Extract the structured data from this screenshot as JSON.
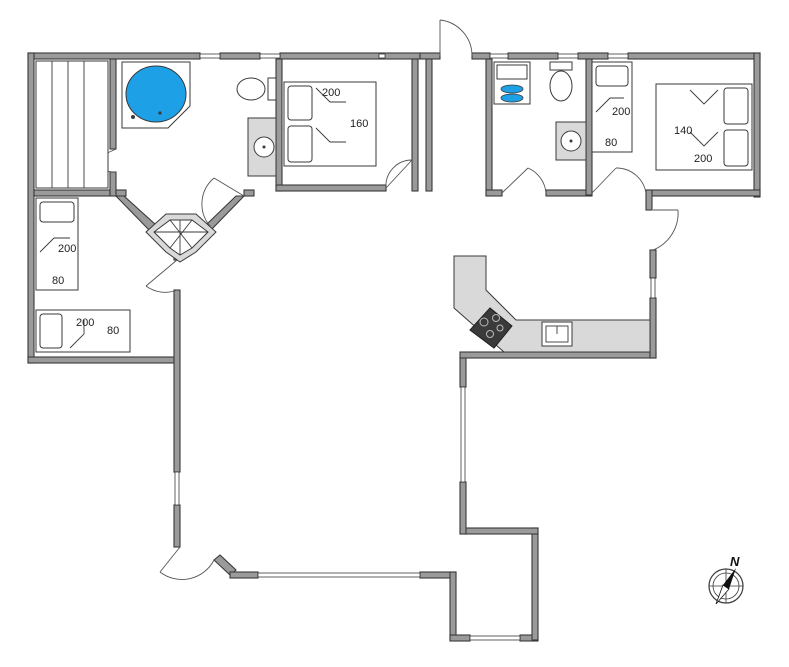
{
  "colors": {
    "wall_fill": "#9a9a9a",
    "wall_stroke": "#3a3a3a",
    "bathtub": "#1ea0e6",
    "counter": "#d9d9d9"
  },
  "icons": [
    "bathtub-icon",
    "toilet-icon",
    "sink-icon",
    "washer-dryer-icon",
    "stove-icon",
    "kitchen-sink-icon",
    "bed-icon",
    "compass-icon"
  ],
  "bed_labels": {
    "master_length": "200",
    "master_width": "160",
    "right_double_width": "140",
    "right_double_length": "200",
    "right_single_length": "200",
    "right_single_width": "80",
    "left_single_length": "200",
    "left_single_width": "80",
    "bottom_single_length": "200",
    "bottom_single_width": "80"
  },
  "compass": {
    "label": "N"
  }
}
